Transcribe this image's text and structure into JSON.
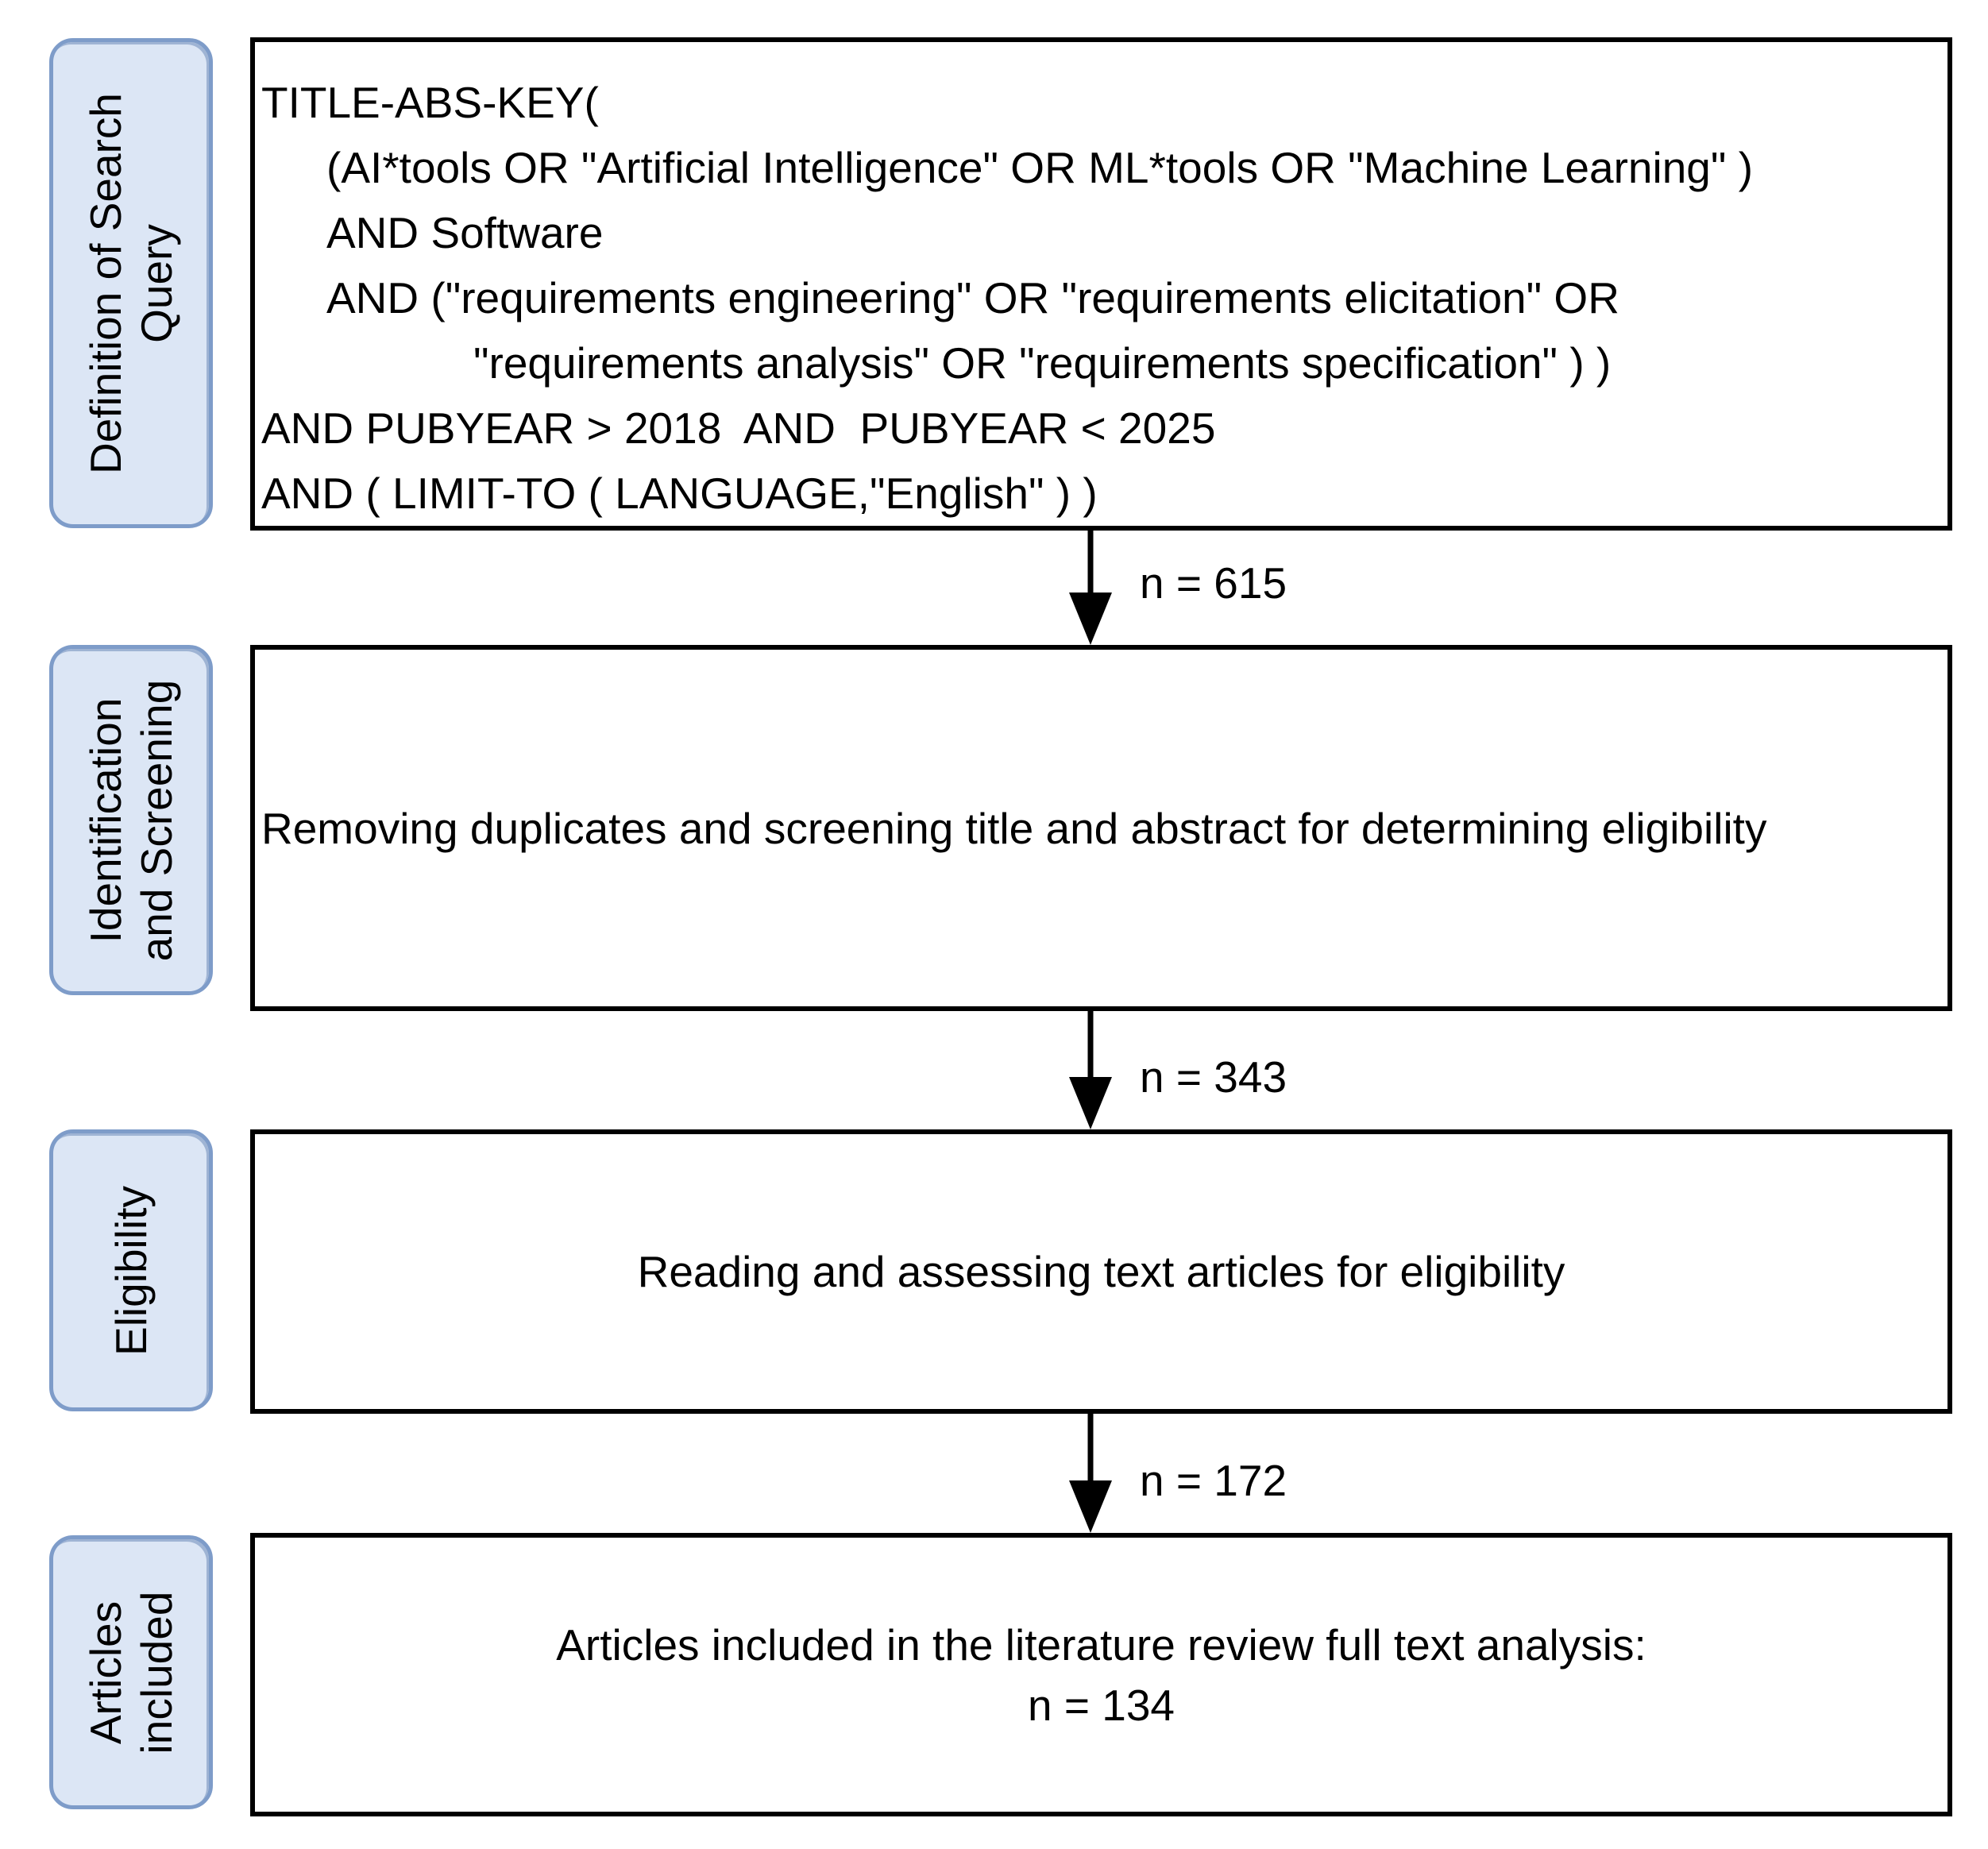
{
  "diagram": {
    "stages": [
      {
        "label_lines": [
          "Definition of Search",
          "Query"
        ],
        "query_lines": [
          "TITLE-ABS-KEY(",
          "(AI*tools OR \"Artificial Intelligence\" OR ML*tools OR \"Machine Learning\" )",
          "AND Software",
          "AND (\"requirements engineering\" OR \"requirements elicitation\" OR",
          "\"requirements analysis\" OR \"requirements specification\" ) )",
          "AND PUBYEAR > 2018  AND  PUBYEAR < 2025",
          "AND ( LIMIT-TO ( LANGUAGE,\"English\" ) )"
        ]
      },
      {
        "label_lines": [
          "Identification",
          "and Screening"
        ],
        "text": "Removing duplicates and screening title and abstract for determining eligibility"
      },
      {
        "label_lines": [
          "Eligibility"
        ],
        "text": "Reading and assessing text articles for eligibility"
      },
      {
        "label_lines": [
          "Articles",
          "included"
        ],
        "text_lines": [
          "Articles included in the literature review full text analysis:",
          "n = 134"
        ]
      }
    ],
    "arrow_labels": [
      "n = 615",
      "n = 343",
      "n = 172"
    ],
    "colors": {
      "stage_fill": "#dce6f5",
      "stage_border": "#7e9cc9",
      "line": "#000000"
    }
  }
}
